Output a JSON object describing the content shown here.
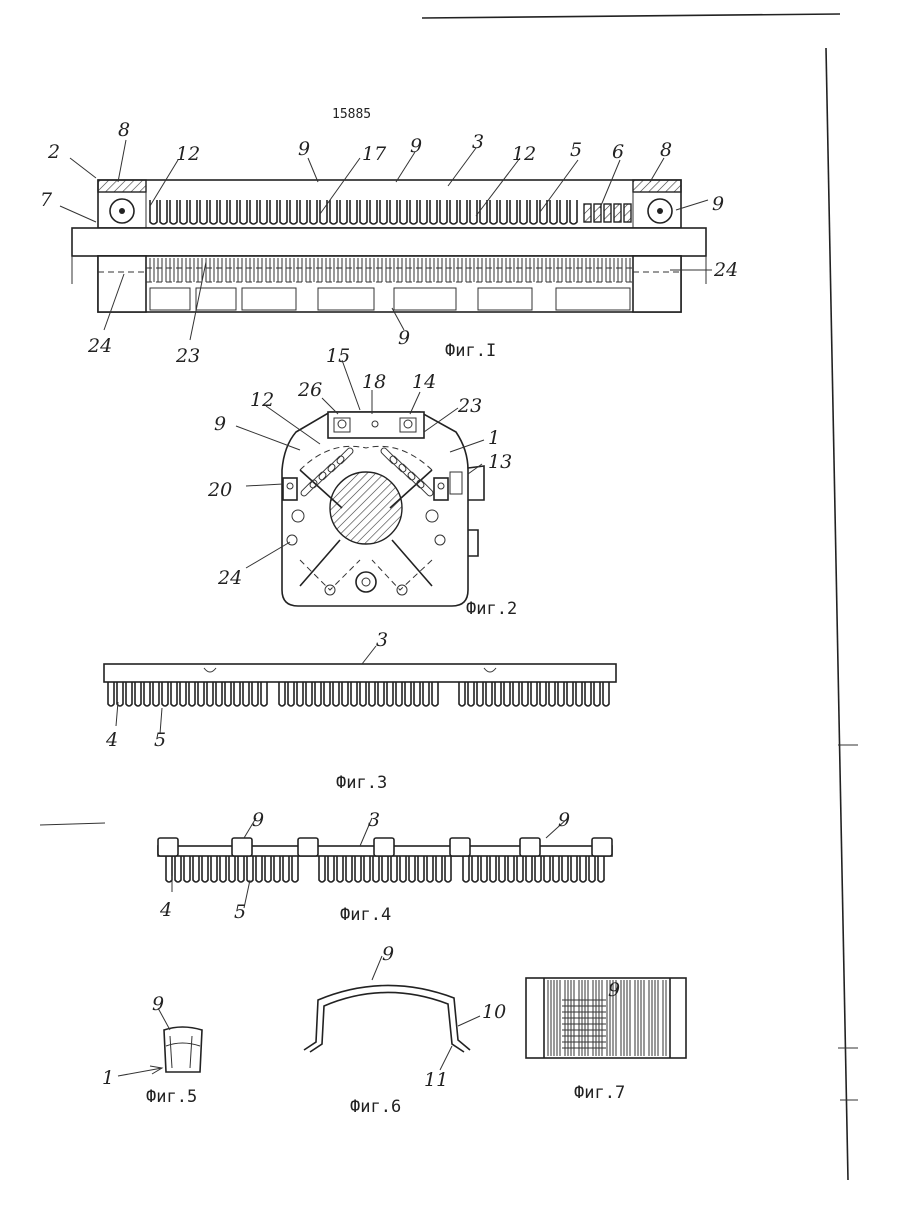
{
  "page": {
    "number": "15885"
  },
  "figures": [
    {
      "id": "fig1",
      "caption": "Фиг.I"
    },
    {
      "id": "fig2",
      "caption": "Фиг.2"
    },
    {
      "id": "fig3",
      "caption": "Фиг.3"
    },
    {
      "id": "fig4",
      "caption": "Фиг.4"
    },
    {
      "id": "fig5",
      "caption": "Фиг.5"
    },
    {
      "id": "fig6",
      "caption": "Фиг.6"
    },
    {
      "id": "fig7",
      "caption": "Фиг.7"
    }
  ],
  "labels": {
    "fig1": [
      "2",
      "8",
      "12",
      "9",
      "17",
      "9",
      "3",
      "12",
      "5",
      "6",
      "8",
      "7",
      "9",
      "24",
      "24",
      "23",
      "9"
    ],
    "fig2": [
      "15",
      "26",
      "18",
      "14",
      "23",
      "9",
      "12",
      "1",
      "13",
      "20",
      "24"
    ],
    "fig3": [
      "3",
      "4",
      "5"
    ],
    "fig4": [
      "9",
      "3",
      "9",
      "4",
      "5"
    ],
    "fig5": [
      "9",
      "1"
    ],
    "fig6": [
      "9",
      "10",
      "11"
    ],
    "fig7": [
      "9"
    ]
  }
}
